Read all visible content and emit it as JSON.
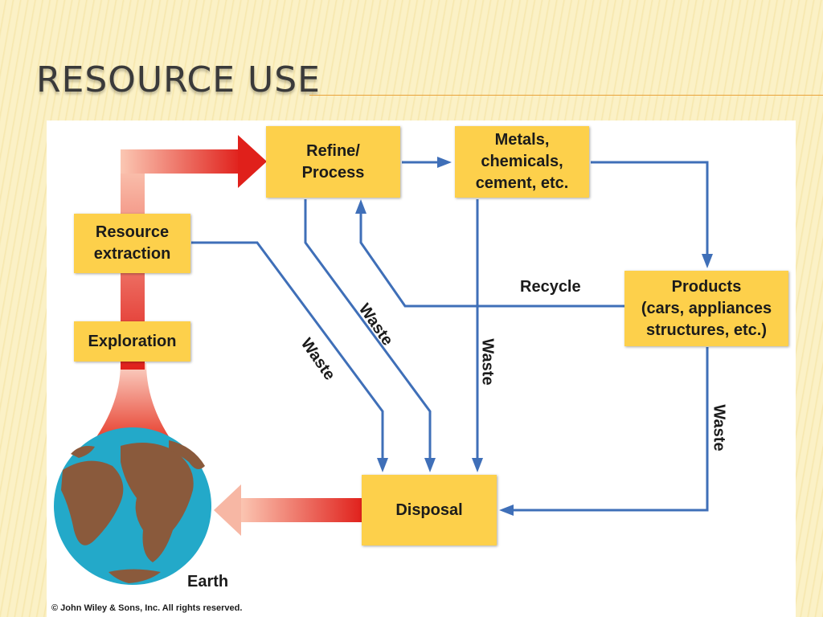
{
  "slide": {
    "title": "RESOURCE USE",
    "copyright": "© John Wiley & Sons, Inc. All rights reserved."
  },
  "diagram": {
    "nodes": {
      "refine": "Refine/\nProcess",
      "metals": "Metals,\nchemicals,\ncement, etc.",
      "resource_extraction": "Resource\nextraction",
      "exploration": "Exploration",
      "products": "Products\n(cars, appliances\nstructures, etc.)",
      "disposal": "Disposal",
      "earth": "Earth"
    },
    "edge_labels": {
      "recycle": "Recycle",
      "waste_extraction": "Waste",
      "waste_refine": "Waste",
      "waste_metals": "Waste",
      "waste_products": "Waste"
    },
    "colors": {
      "box_fill": "#fdd04b",
      "flow_line": "#3f6fb8",
      "big_arrow_dark": "#e0201b",
      "big_arrow_light": "#fbc7b3",
      "ocean": "#23a9c9",
      "land": "#8a5a3c"
    }
  }
}
